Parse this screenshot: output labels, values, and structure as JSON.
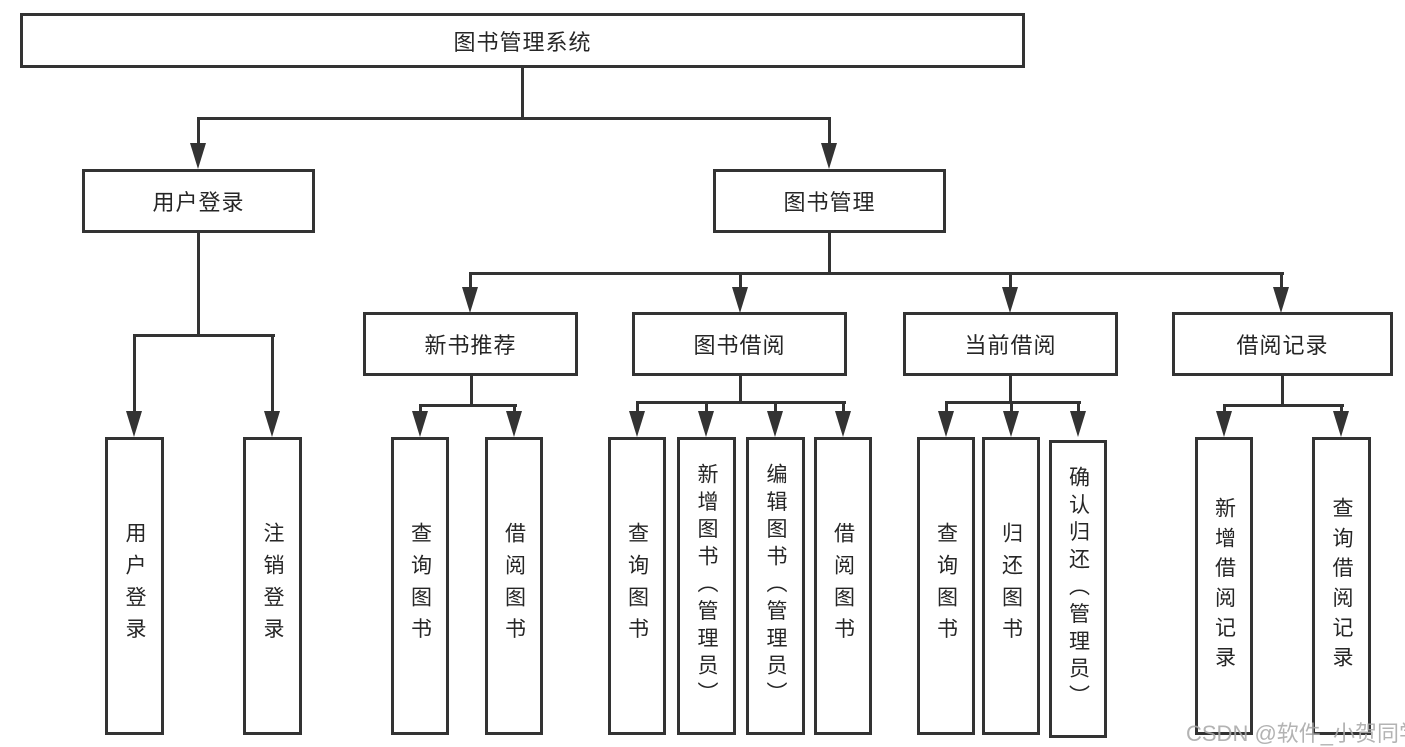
{
  "root": {
    "label": "图书管理系统"
  },
  "branches": [
    {
      "label": "用户登录",
      "children": [
        {
          "label": "用户登录"
        },
        {
          "label": "注销登录"
        }
      ]
    },
    {
      "label": "图书管理",
      "children": [
        {
          "label": "新书推荐",
          "children": [
            {
              "label": "查询图书"
            },
            {
              "label": "借阅图书"
            }
          ]
        },
        {
          "label": "图书借阅",
          "children": [
            {
              "label": "查询图书"
            },
            {
              "label": "新增图书（管理员）"
            },
            {
              "label": "编辑图书（管理员）"
            },
            {
              "label": "借阅图书"
            }
          ]
        },
        {
          "label": "当前借阅",
          "children": [
            {
              "label": "查询图书"
            },
            {
              "label": "归还图书"
            },
            {
              "label": "确认归还（管理员）"
            }
          ]
        },
        {
          "label": "借阅记录",
          "children": [
            {
              "label": "新增借阅记录"
            },
            {
              "label": "查询借阅记录"
            }
          ]
        }
      ]
    }
  ],
  "watermark": {
    "text": "CSDN @软件_小贺同学"
  },
  "colors": {
    "line": "#333333",
    "text": "#262626",
    "watermark": "#a9a9a9",
    "background": "#ffffff"
  }
}
